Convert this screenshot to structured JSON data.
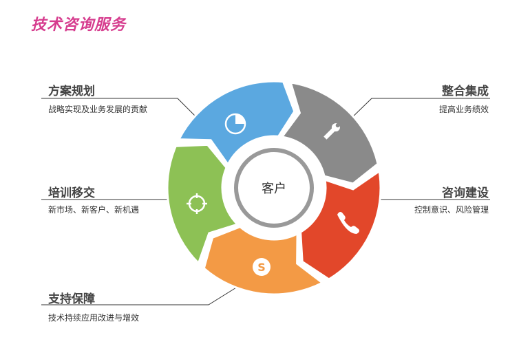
{
  "title": "技术咨询服务",
  "center": "客户",
  "items": [
    {
      "label": "方案规划",
      "desc": "战略实现及业务发展的贡献",
      "color": "#5ba8e0",
      "icon": "pie-chart-icon"
    },
    {
      "label": "整合集成",
      "desc": "提高业务绩效",
      "color": "#8a8a8a",
      "icon": "wrench-icon"
    },
    {
      "label": "咨询建设",
      "desc": "控制意识、风险管理",
      "color": "#e2472a",
      "icon": "phone-icon"
    },
    {
      "label": "支持保障",
      "desc": "技术持续应用改进与增效",
      "color": "#f39a45",
      "icon": "skype-icon"
    },
    {
      "label": "培训移交",
      "desc": "新市场、新客户、新机遇",
      "color": "#8dc155",
      "icon": "target-icon"
    }
  ]
}
